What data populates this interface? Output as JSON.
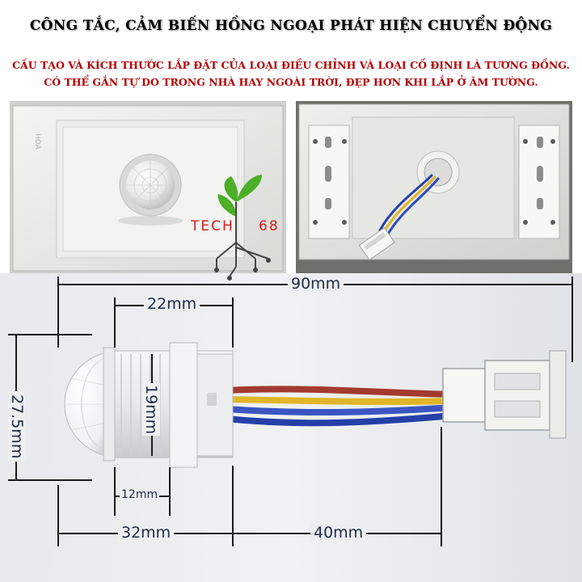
{
  "header": {
    "title": "CÔNG TẮC, CẢM BIẾN HỒNG NGOẠI PHÁT HIỆN CHUYỂN ĐỘNG",
    "subtitle_line1": "CẤU TẠO VÀ KÍCH THƯỚC LẮP ĐẶT CỦA LOẠI ĐIỀU CHỈNH VÀ LOẠI CỐ ĐỊNH LÀ TƯƠNG ĐỒNG.",
    "subtitle_line2": "CÓ THỂ GẮN TỰ DO TRONG NHÀ HAY NGOÀI TRỜI, ĐẸP HƠN KHI LẮP Ở ÂM TƯỜNG."
  },
  "logo": {
    "text_left": "TECH",
    "text_right": "68",
    "colors": {
      "leaf": "#4caf27",
      "text": "#d0201e",
      "circuit": "#444444"
    }
  },
  "dimensions": {
    "total_length": "90mm",
    "thread_length": "22mm",
    "height": "27.5mm",
    "thread_diameter": "19mm",
    "thread_small": "12mm",
    "body_length": "32mm",
    "wire_length": "40mm"
  },
  "colors": {
    "title_shadow": "#9a9a9a",
    "subtitle": "#b30000",
    "dimension_text": "#1f2c45",
    "wire_red": "#a33a2e",
    "wire_yellow": "#e0b528",
    "wire_blue": "#2440a8"
  }
}
